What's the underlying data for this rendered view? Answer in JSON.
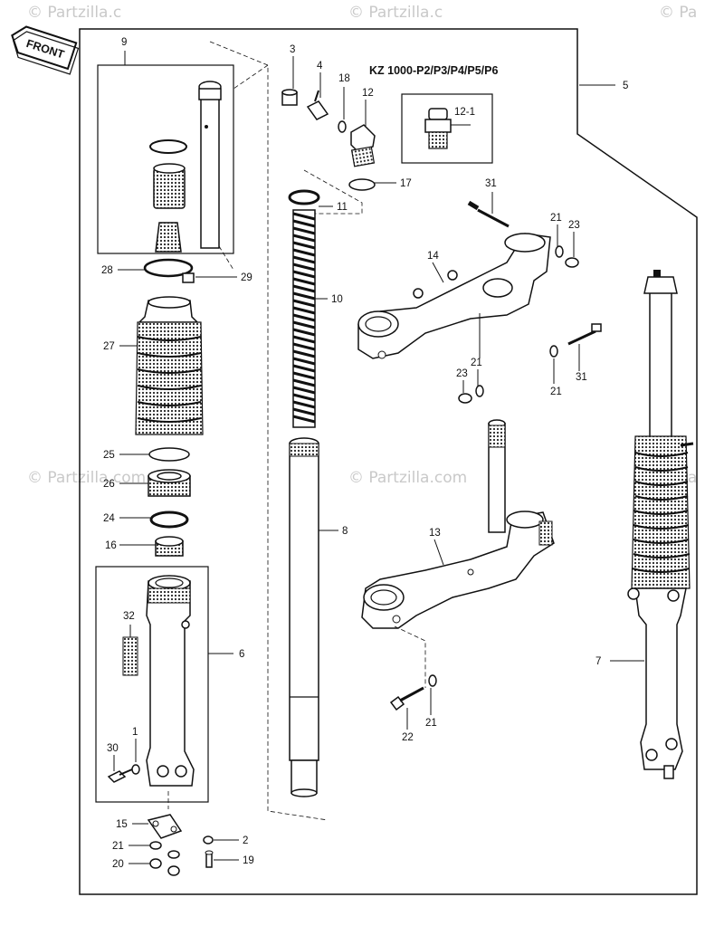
{
  "watermark": {
    "text": "© Partzilla.com",
    "short": "© Partzilla.c",
    "tail": "© Pa"
  },
  "front_label": "FRONT",
  "model_note": "KZ 1000-P2/P3/P4/P5/P6",
  "callouts": {
    "c1": "1",
    "c2": "2",
    "c3": "3",
    "c4": "4",
    "c5": "5",
    "c6": "6",
    "c7": "7",
    "c8": "8",
    "c9": "9",
    "c10": "10",
    "c11": "11",
    "c12": "12",
    "c12_1": "12-1",
    "c13": "13",
    "c14": "14",
    "c15": "15",
    "c16": "16",
    "c17": "17",
    "c18": "18",
    "c19": "19",
    "c20": "20",
    "c21": "21",
    "c22": "22",
    "c23": "23",
    "c24": "24",
    "c25": "25",
    "c26": "26",
    "c27": "27",
    "c28": "28",
    "c29": "29",
    "c30": "30",
    "c31": "31",
    "c32": "32"
  },
  "colors": {
    "ink": "#111111",
    "watermark": "#c9c9c9",
    "background": "#ffffff"
  }
}
